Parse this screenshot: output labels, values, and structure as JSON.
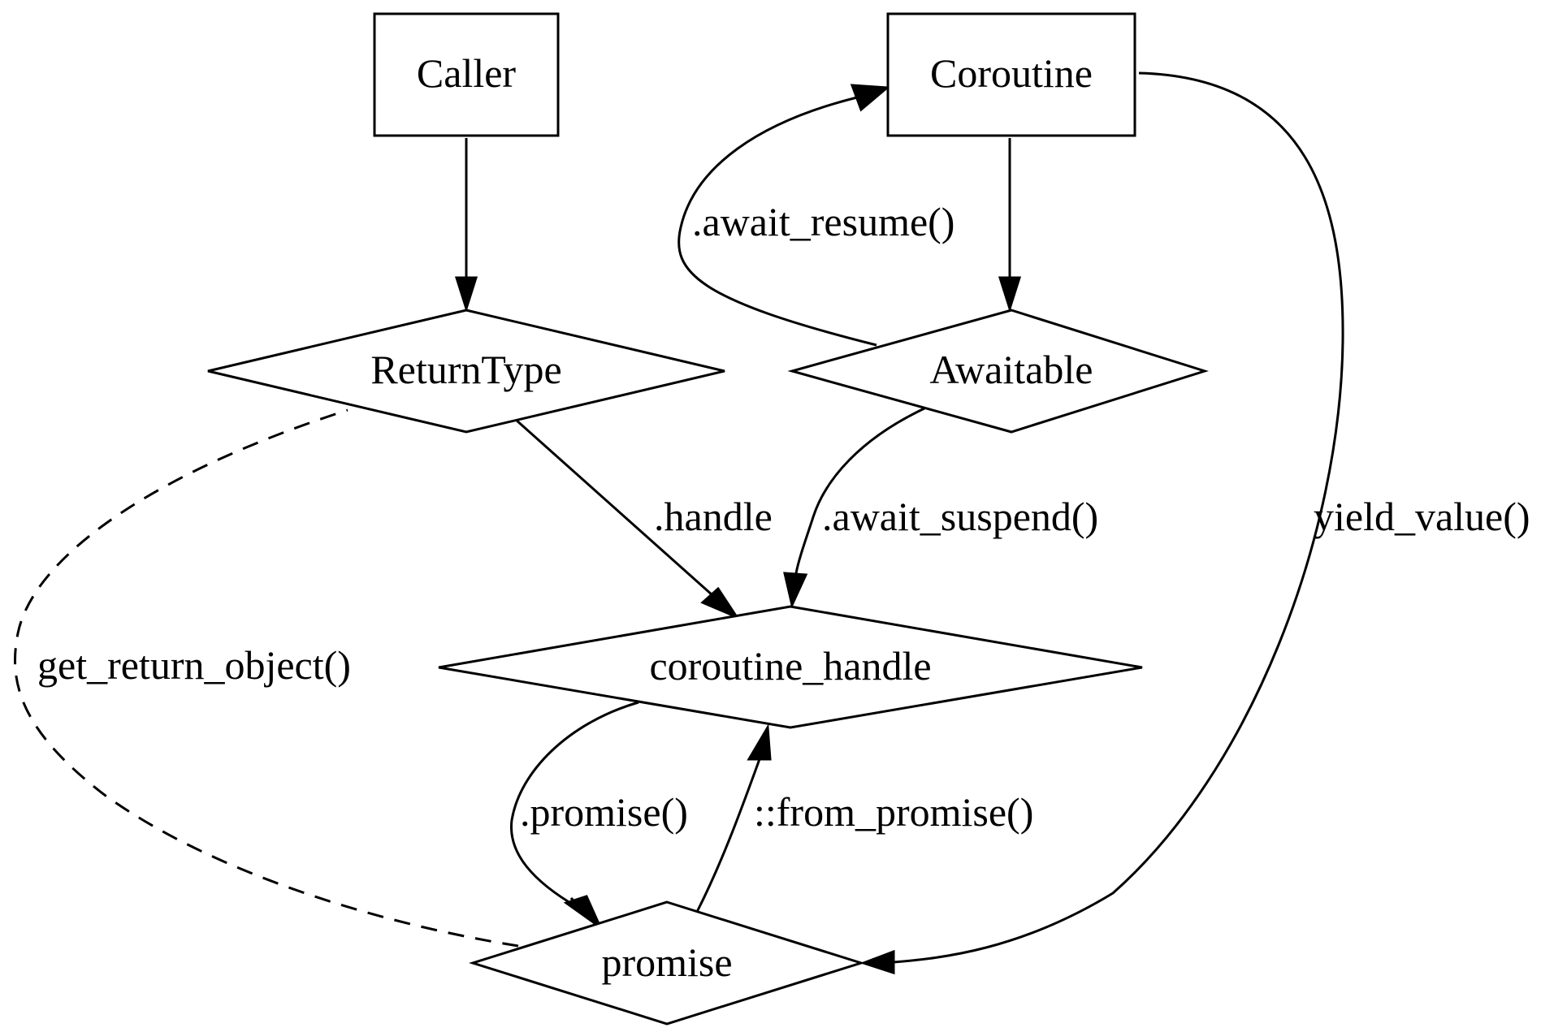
{
  "nodes": {
    "caller": {
      "label": "Caller",
      "shape": "box"
    },
    "coroutine": {
      "label": "Coroutine",
      "shape": "box"
    },
    "return_type": {
      "label": "ReturnType",
      "shape": "diamond"
    },
    "awaitable": {
      "label": "Awaitable",
      "shape": "diamond"
    },
    "coroutine_handle": {
      "label": "coroutine_handle",
      "shape": "diamond"
    },
    "promise": {
      "label": "promise",
      "shape": "diamond"
    }
  },
  "edges": {
    "caller_to_return_type": {
      "from": "Caller",
      "to": "ReturnType",
      "label": "",
      "style": "solid"
    },
    "coroutine_to_awaitable": {
      "from": "Coroutine",
      "to": "Awaitable",
      "label": "",
      "style": "solid"
    },
    "awaitable_to_coroutine": {
      "from": "Awaitable",
      "to": "Coroutine",
      "label": ".await_resume()",
      "style": "solid"
    },
    "return_type_to_handle": {
      "from": "ReturnType",
      "to": "coroutine_handle",
      "label": ".handle",
      "style": "solid"
    },
    "awaitable_to_handle": {
      "from": "Awaitable",
      "to": "coroutine_handle",
      "label": ".await_suspend()",
      "style": "solid"
    },
    "coroutine_to_promise": {
      "from": "Coroutine",
      "to": "promise",
      "label": "yield_value()",
      "style": "solid"
    },
    "promise_to_return_type": {
      "from": "promise",
      "to": "ReturnType",
      "label": "get_return_object()",
      "style": "dashed"
    },
    "handle_to_promise": {
      "from": "coroutine_handle",
      "to": "promise",
      "label": ".promise()",
      "style": "solid"
    },
    "promise_to_handle": {
      "from": "promise",
      "to": "coroutine_handle",
      "label": "::from_promise()",
      "style": "solid"
    }
  },
  "colors": {
    "background": "#ffffff",
    "stroke": "#000000",
    "text": "#000000"
  }
}
